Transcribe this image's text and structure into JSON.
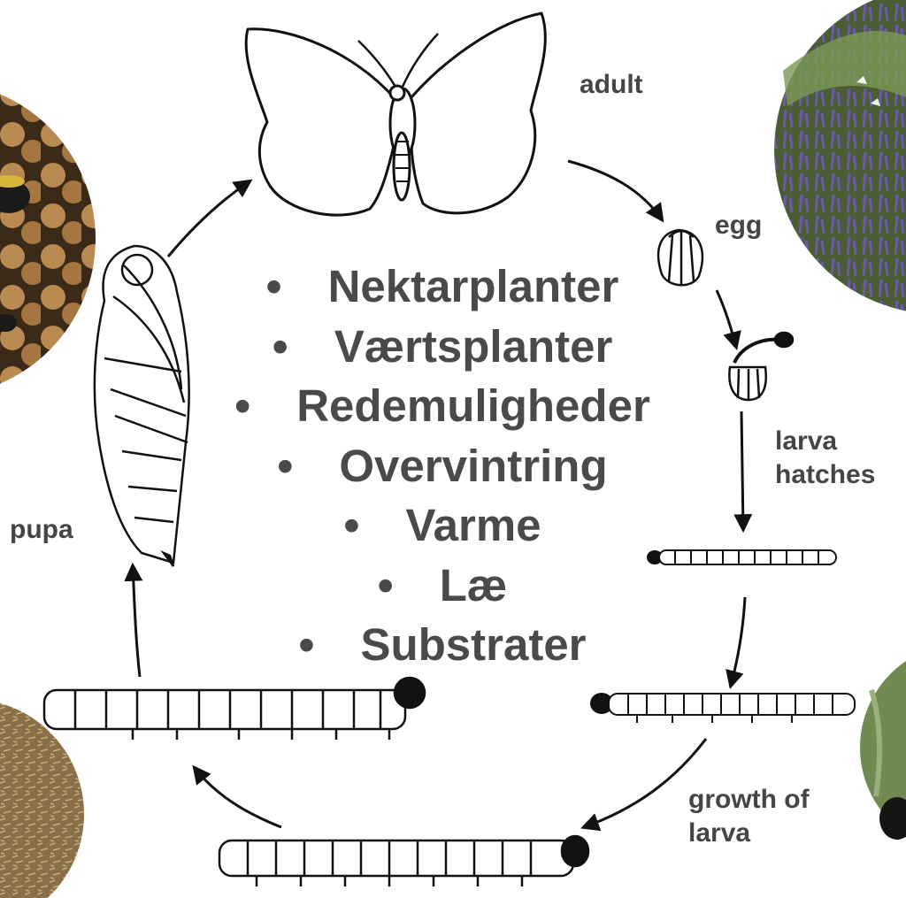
{
  "diagram": {
    "stages": {
      "adult": "adult",
      "egg": "egg",
      "larva_hatches_line1": "larva",
      "larva_hatches_line2": "hatches",
      "growth_line1": "growth of",
      "growth_line2": "larva",
      "pupa": "pupa"
    },
    "bullet_symbol": "•",
    "center_items": [
      "Nektarplanter",
      "Værtsplanter",
      "Redemuligheder",
      "Overvintring",
      "Varme",
      "Læ",
      "Substrater"
    ]
  },
  "photos": [
    {
      "icon": "bumblebee-nest-photo"
    },
    {
      "icon": "flowering-meadow-photo"
    },
    {
      "icon": "bare-soil-photo"
    },
    {
      "icon": "green-foliage-bee-photo"
    }
  ],
  "colors": {
    "text": "#454545",
    "line": "#111111",
    "background": "#ffffff"
  }
}
